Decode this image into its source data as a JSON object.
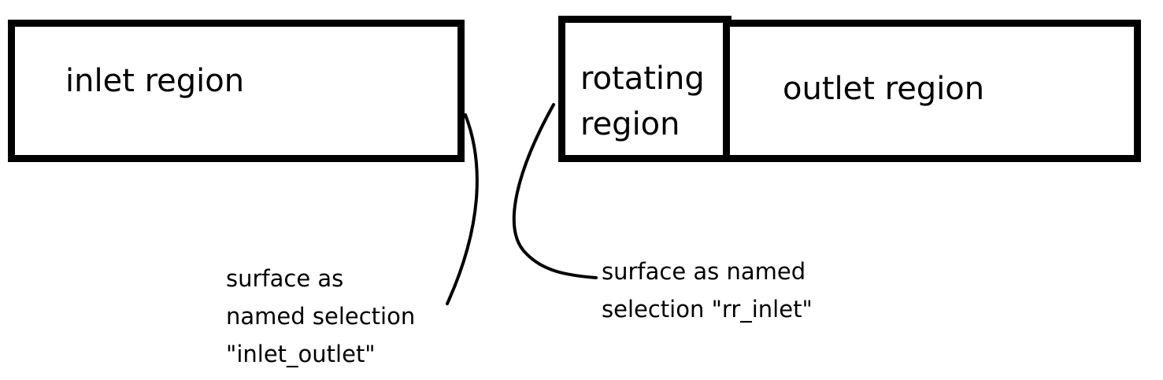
{
  "regions": {
    "inlet": "inlet region",
    "rotating_line1": "rotating",
    "rotating_line2": "region",
    "outlet": "outlet region"
  },
  "callouts": {
    "inlet_outlet": {
      "line1": "surface as",
      "line2": "named selection",
      "line3": "\"inlet_outlet\""
    },
    "rr_inlet": {
      "line1": "surface as named",
      "line2": "selection \"rr_inlet\""
    }
  },
  "colors": {
    "stroke": "#000000",
    "background": "#ffffff"
  }
}
